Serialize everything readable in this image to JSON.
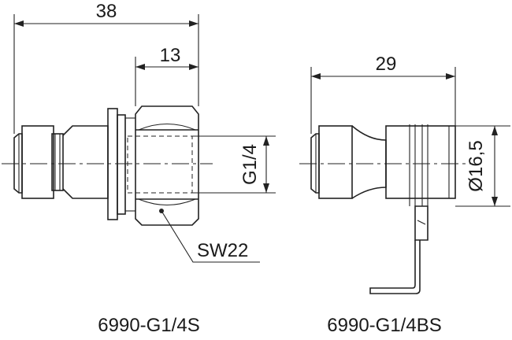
{
  "drawing_left": {
    "dim_overall": "38",
    "dim_hex_width": "13",
    "dim_thread": "G1/4",
    "hex_callout": "SW22",
    "part_number": "6990-G1/4S"
  },
  "drawing_right": {
    "dim_overall": "29",
    "dim_diameter": "Ø16,5",
    "part_number": "6990-G1/4BS"
  },
  "colors": {
    "line": "#222222",
    "background": "#ffffff"
  }
}
